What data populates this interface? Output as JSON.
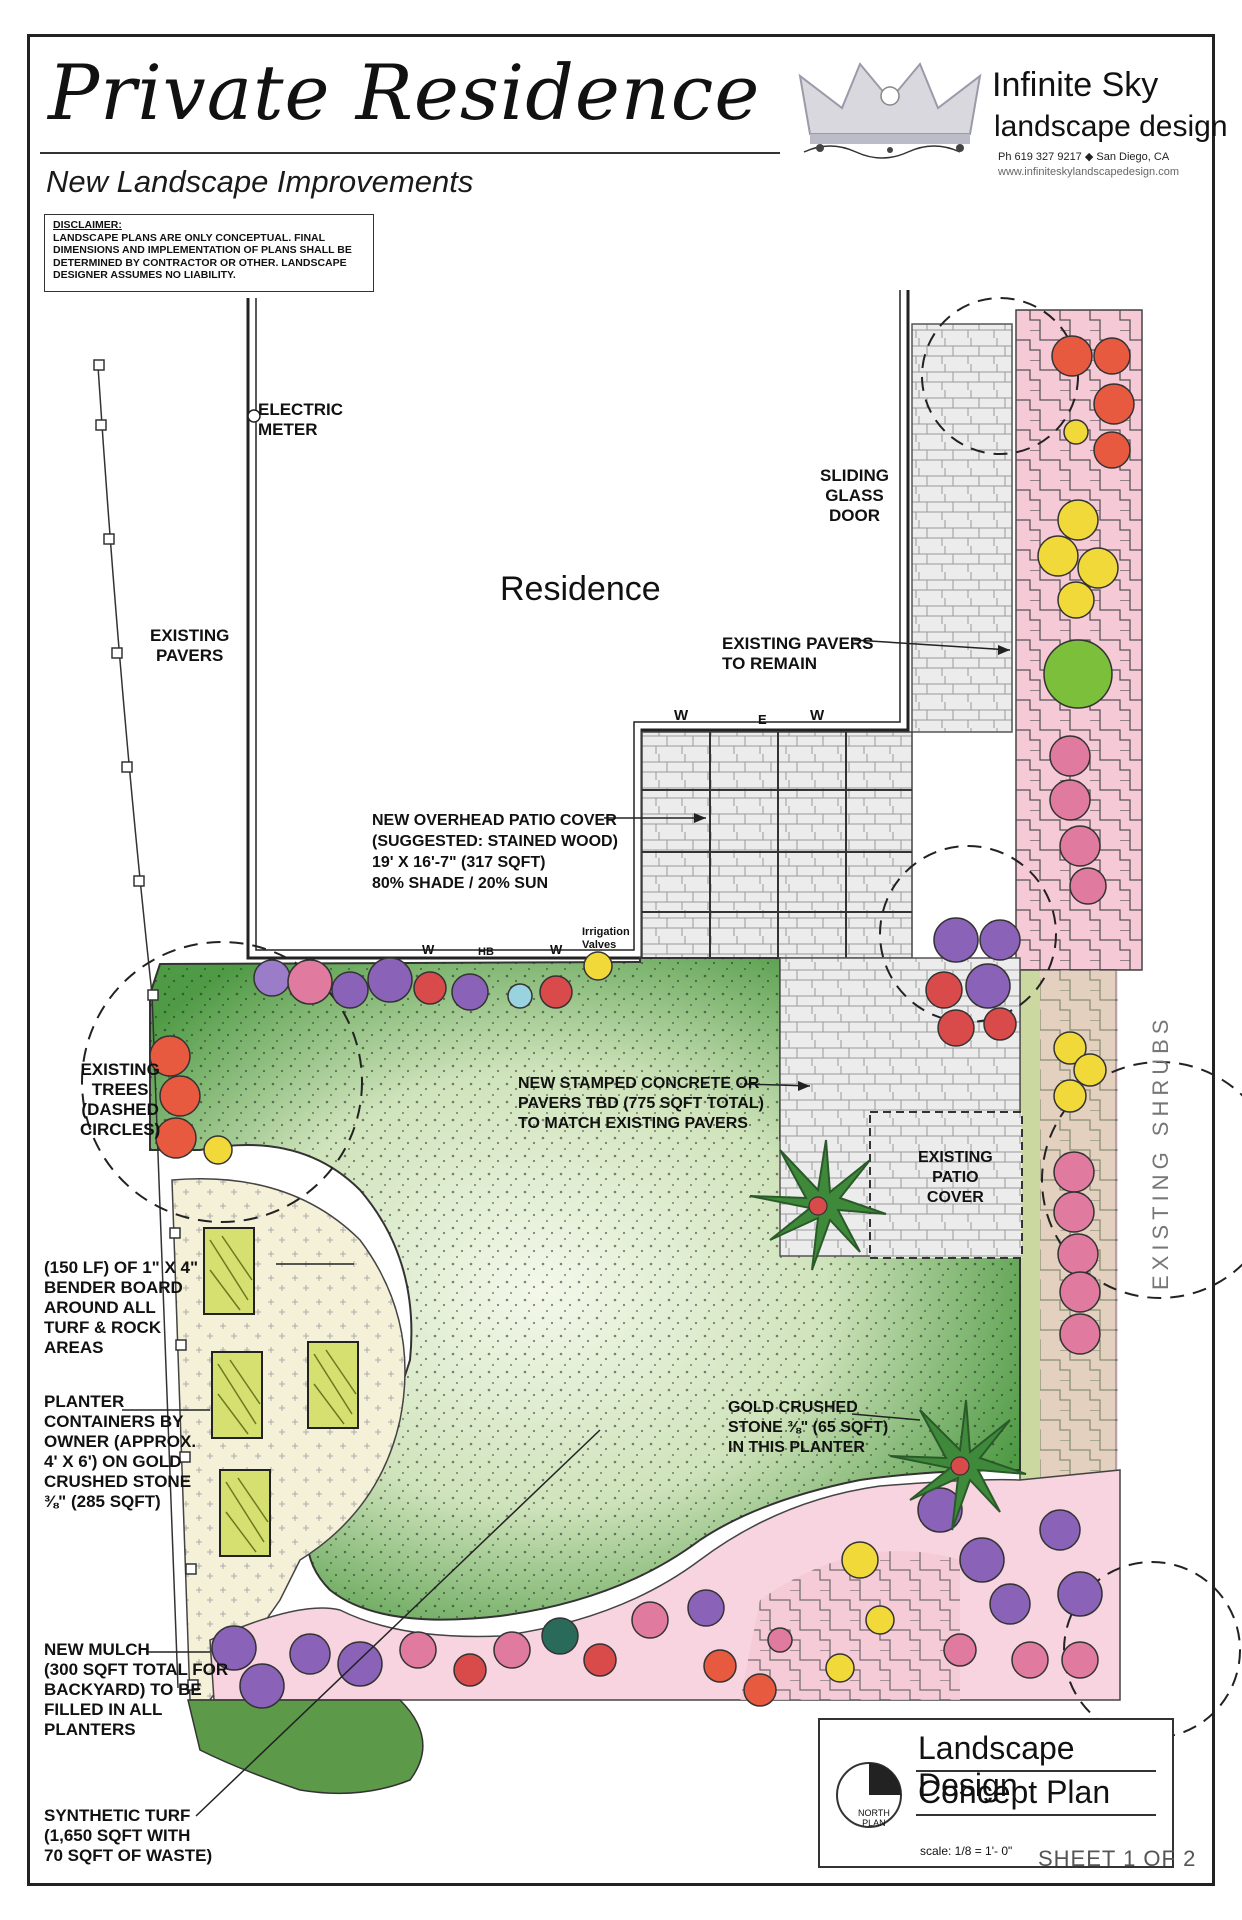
{
  "header": {
    "title": "Private Residence",
    "subtitle": "New Landscape Improvements"
  },
  "disclaimer": {
    "heading": "DISCLAIMER:",
    "text": "LANDSCAPE PLANS ARE ONLY CONCEPTUAL. FINAL DIMENSIONS AND IMPLEMENTATION OF PLANS SHALL BE DETERMINED BY CONTRACTOR OR OTHER. LANDSCAPE DESIGNER ASSUMES NO LIABILITY."
  },
  "brand": {
    "name": "Infinite Sky",
    "tagline": "landscape design",
    "phone": "Ph 619 327 9217",
    "location": "San Diego, CA",
    "website": "www.infiniteskylandscapedesign.com"
  },
  "plan": {
    "residence": "Residence",
    "electric_meter": "ELECTRIC\nMETER",
    "sliding_door": "SLIDING\nGLASS\nDOOR",
    "existing_pavers_left": "EXISTING\nPAVERS",
    "existing_pavers_remain": "EXISTING PAVERS\nTO REMAIN",
    "patio_cover": "NEW OVERHEAD PATIO COVER\n(SUGGESTED: STAINED WOOD)\n19' X 16'-7\" (317 SQFT)\n80% SHADE / 20% SUN",
    "irrigation": "Irrigation\nValves",
    "wall_w1": "W",
    "wall_e": "E",
    "wall_w2": "W",
    "wall_w3": "W",
    "wall_hb": "HB",
    "wall_w4": "W",
    "existing_trees": "EXISTING\nTREES\n(DASHED\nCIRCLES)",
    "stamped_concrete": "NEW STAMPED CONCRETE OR\nPAVERS TBD (775 SQFT TOTAL)\nTO MATCH EXISTING PAVERS",
    "existing_patio_cover": "EXISTING\nPATIO\nCOVER",
    "bender_board": "(150 LF) OF 1\" X 4\"\nBENDER BOARD\nAROUND ALL\nTURF & ROCK\nAREAS",
    "planter_containers": "PLANTER\nCONTAINERS BY\nOWNER (APPROX.\n4' X 6') ON GOLD\nCRUSHED STONE\n⅜\" (285 SQFT)",
    "gold_crushed": "GOLD CRUSHED\nSTONE ⅜\" (65 SQFT)\nIN THIS PLANTER",
    "new_mulch": "NEW MULCH\n(300 SQFT TOTAL FOR\nBACKYARD) TO BE\nFILLED IN ALL\nPLANTERS",
    "synthetic_turf": "SYNTHETIC TURF\n(1,650 SQFT WITH\n70 SQFT OF WASTE)",
    "existing_shrubs": "EXISTING SHRUBS"
  },
  "title_block": {
    "line1": "Landscape Design",
    "line2": "Concept Plan",
    "scale": "scale: 1/8 = 1'- 0\"",
    "north": "NORTH\nPLAN"
  },
  "sheet": "SHEET 1 OF 2",
  "colors": {
    "turf": "#4f9a45",
    "turf_light": "#d9ebc6",
    "paver": "#e6e6e6",
    "pink_bed": "#f2a9bf",
    "purple_plant": "#8a63b8",
    "red_plant": "#d94a4a",
    "yellow_plant": "#f2d93a",
    "stone": "#f3ecc7"
  }
}
